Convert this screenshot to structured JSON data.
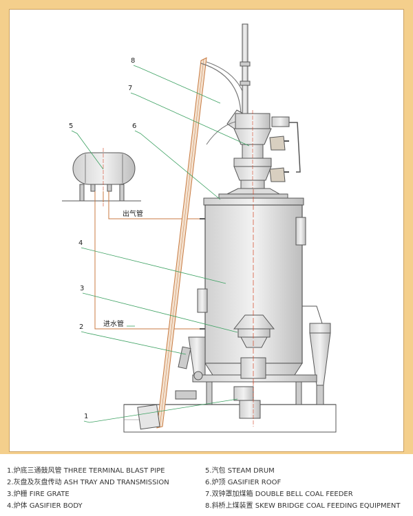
{
  "callouts": [
    "1",
    "2",
    "3",
    "4",
    "5",
    "6",
    "7",
    "8"
  ],
  "annotations": {
    "outlet_pipe": "出气管",
    "inlet_pipe": "进水管"
  },
  "legend": [
    {
      "num": "1",
      "zh": "炉底三通鼓风管",
      "en": "THREE TERMINAL BLAST PIPE"
    },
    {
      "num": "2",
      "zh": "灰盘及灰盘传动",
      "en": "ASH TRAY AND TRANSMISSION"
    },
    {
      "num": "3",
      "zh": "炉栅",
      "en": "FIRE GRATE"
    },
    {
      "num": "4",
      "zh": "炉体",
      "en": "GASIFIER BODY"
    },
    {
      "num": "5",
      "zh": "汽包",
      "en": "STEAM DRUM"
    },
    {
      "num": "6",
      "zh": "炉顶",
      "en": "GASIFIER ROOF"
    },
    {
      "num": "7",
      "zh": "双钟罩加煤箱",
      "en": "DOUBLE BELL COAL FEEDER"
    },
    {
      "num": "8",
      "zh": "斜桥上煤装置",
      "en": "SKEW BRIDGE COAL FEEDING EQUIPMENT"
    }
  ],
  "colors": {
    "frame_bg": "#f4cf8c",
    "line": "#555555",
    "steel": "#c9c9c9",
    "callout_line": "#3aa060",
    "pipe": "#c87a40",
    "axis": "#d04020"
  }
}
